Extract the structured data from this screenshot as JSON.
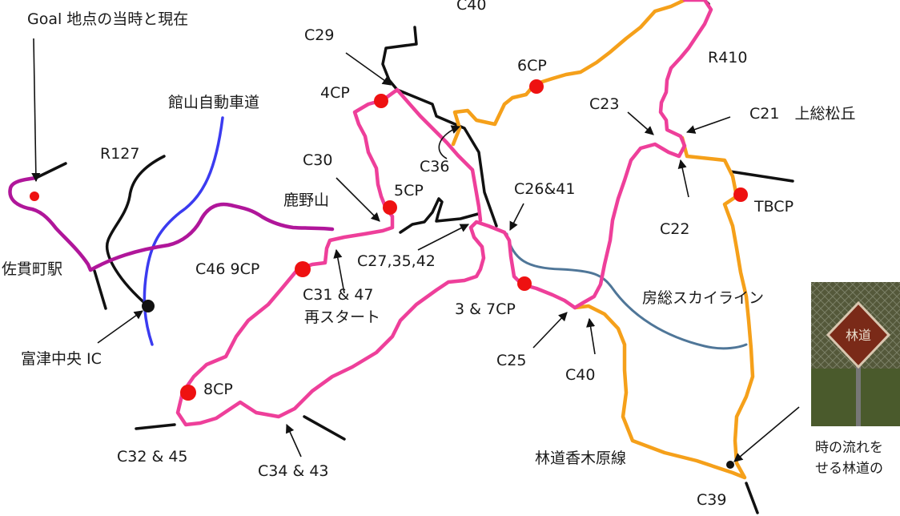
{
  "colors": {
    "course_pink": "#ee3f9a",
    "course_orange": "#f5a01a",
    "course_purple": "#b0169a",
    "expressway": "#3b3bf0",
    "skyline": "#4f7698",
    "road": "#111111",
    "checkpoint": "#ee1111"
  },
  "labels": {
    "goal": "Goal 地点の当時と現在",
    "r127": "R127",
    "tateyama_expressway": "館山自動車道",
    "sanuki_station": "佐貫町駅",
    "futtsu_ic": "富津中央 IC",
    "kanozan": "鹿野山",
    "c29": "C29",
    "c30": "C30",
    "cp4": "4CP",
    "cp5": "5CP",
    "c36": "C36",
    "c40_top": "C40",
    "cp6": "6CP",
    "r410": "R410",
    "c23": "C23",
    "c21": "C21　上総松丘",
    "c22": "C22",
    "tbcp": "TBCP",
    "c26_41": "C26&41",
    "c27_35_42": "C27,35,42",
    "c46_9cp": "C46 9CP",
    "c31_47": "C31 & 47",
    "restart": "再スタート",
    "cp3_7": "3 & 7CP",
    "boso_skyline": "房総スカイライン",
    "c25": "C25",
    "c40_bottom": "C40",
    "cp8": "8CP",
    "c32_45": "C32 & 45",
    "c34_43": "C34 & 43",
    "koginohara_forest_road": "林道香木原線",
    "c39": "C39",
    "photo_caption_line1": "時の流れを",
    "photo_caption_line2": "せる林道の",
    "photo_sign_text": "林道"
  }
}
